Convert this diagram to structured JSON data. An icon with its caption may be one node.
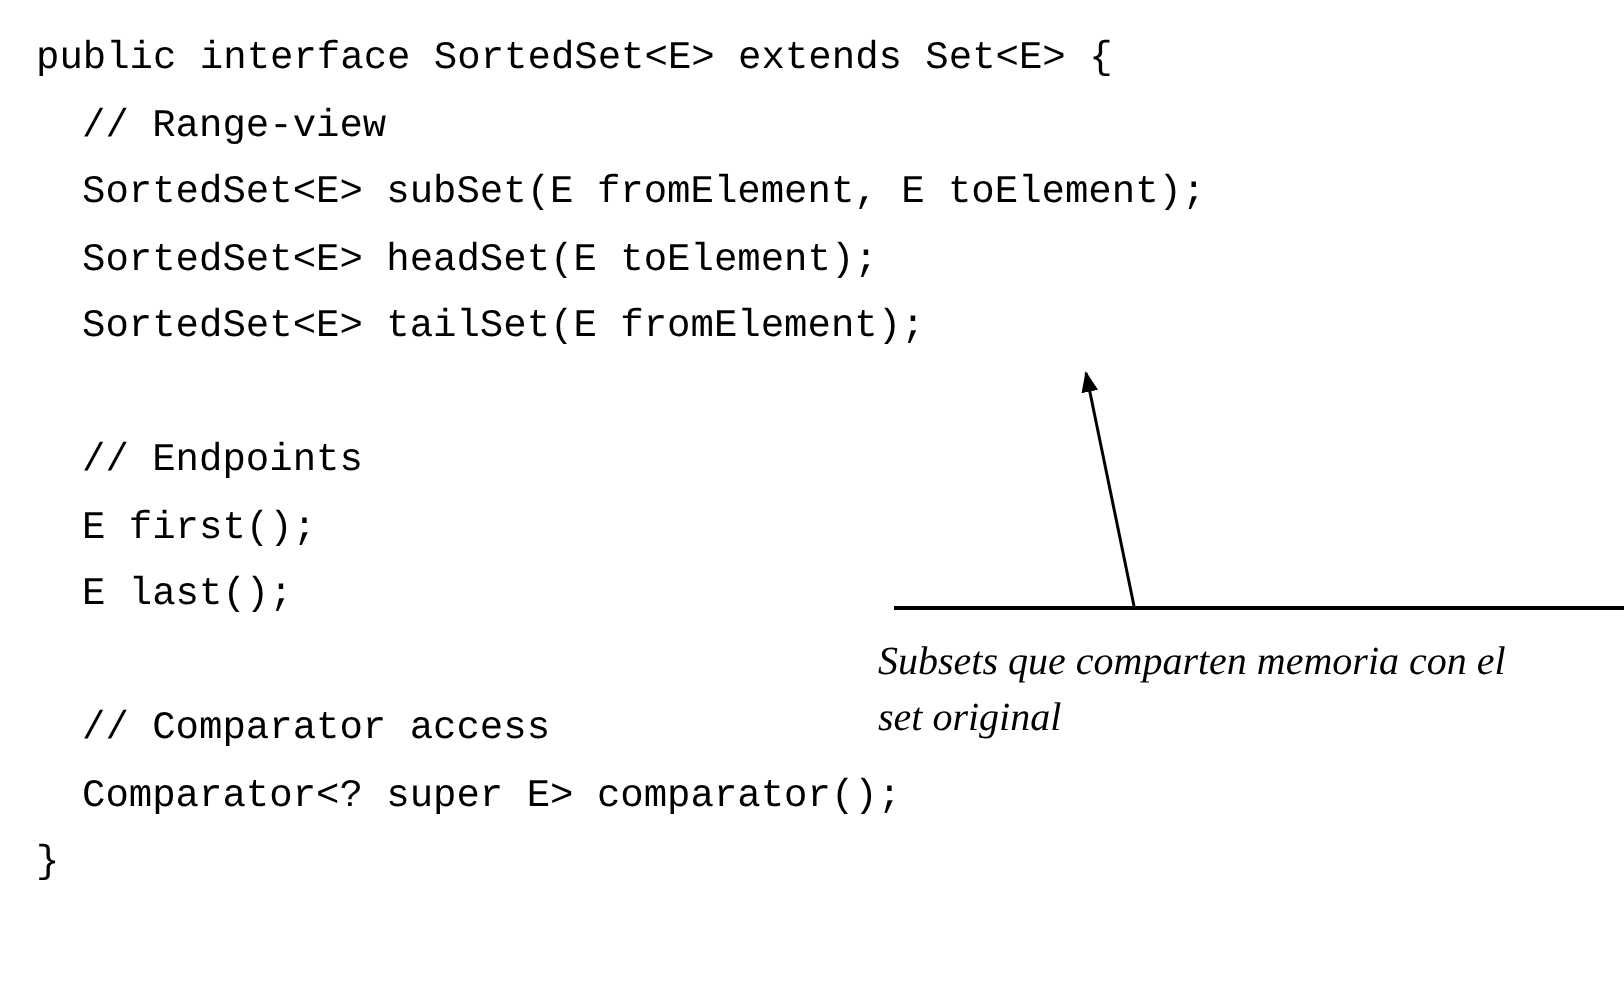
{
  "diagram": {
    "nodes": [
      {
        "text": [
          "Subsets que comparten memoria con el set original"
        ]
      },
      {
        "text": [
          "SortedSet<E> subSet(E fromElement, E toElement);",
          "SortedSet<E> headSet(E toElement);",
          "SortedSet<E> tailSet(E fromElement);"
        ]
      }
    ],
    "edges": [
      {
        "from": 0,
        "to": 1,
        "arrow": "to"
      }
    ],
    "labels": [
      "public interface SortedSet<E> extends Set<E> {",
      "// Range-view",
      "// Endpoints",
      "E first();",
      "E last();",
      "// Comparator access",
      "Comparator<? super E> comparator();",
      "}"
    ]
  }
}
